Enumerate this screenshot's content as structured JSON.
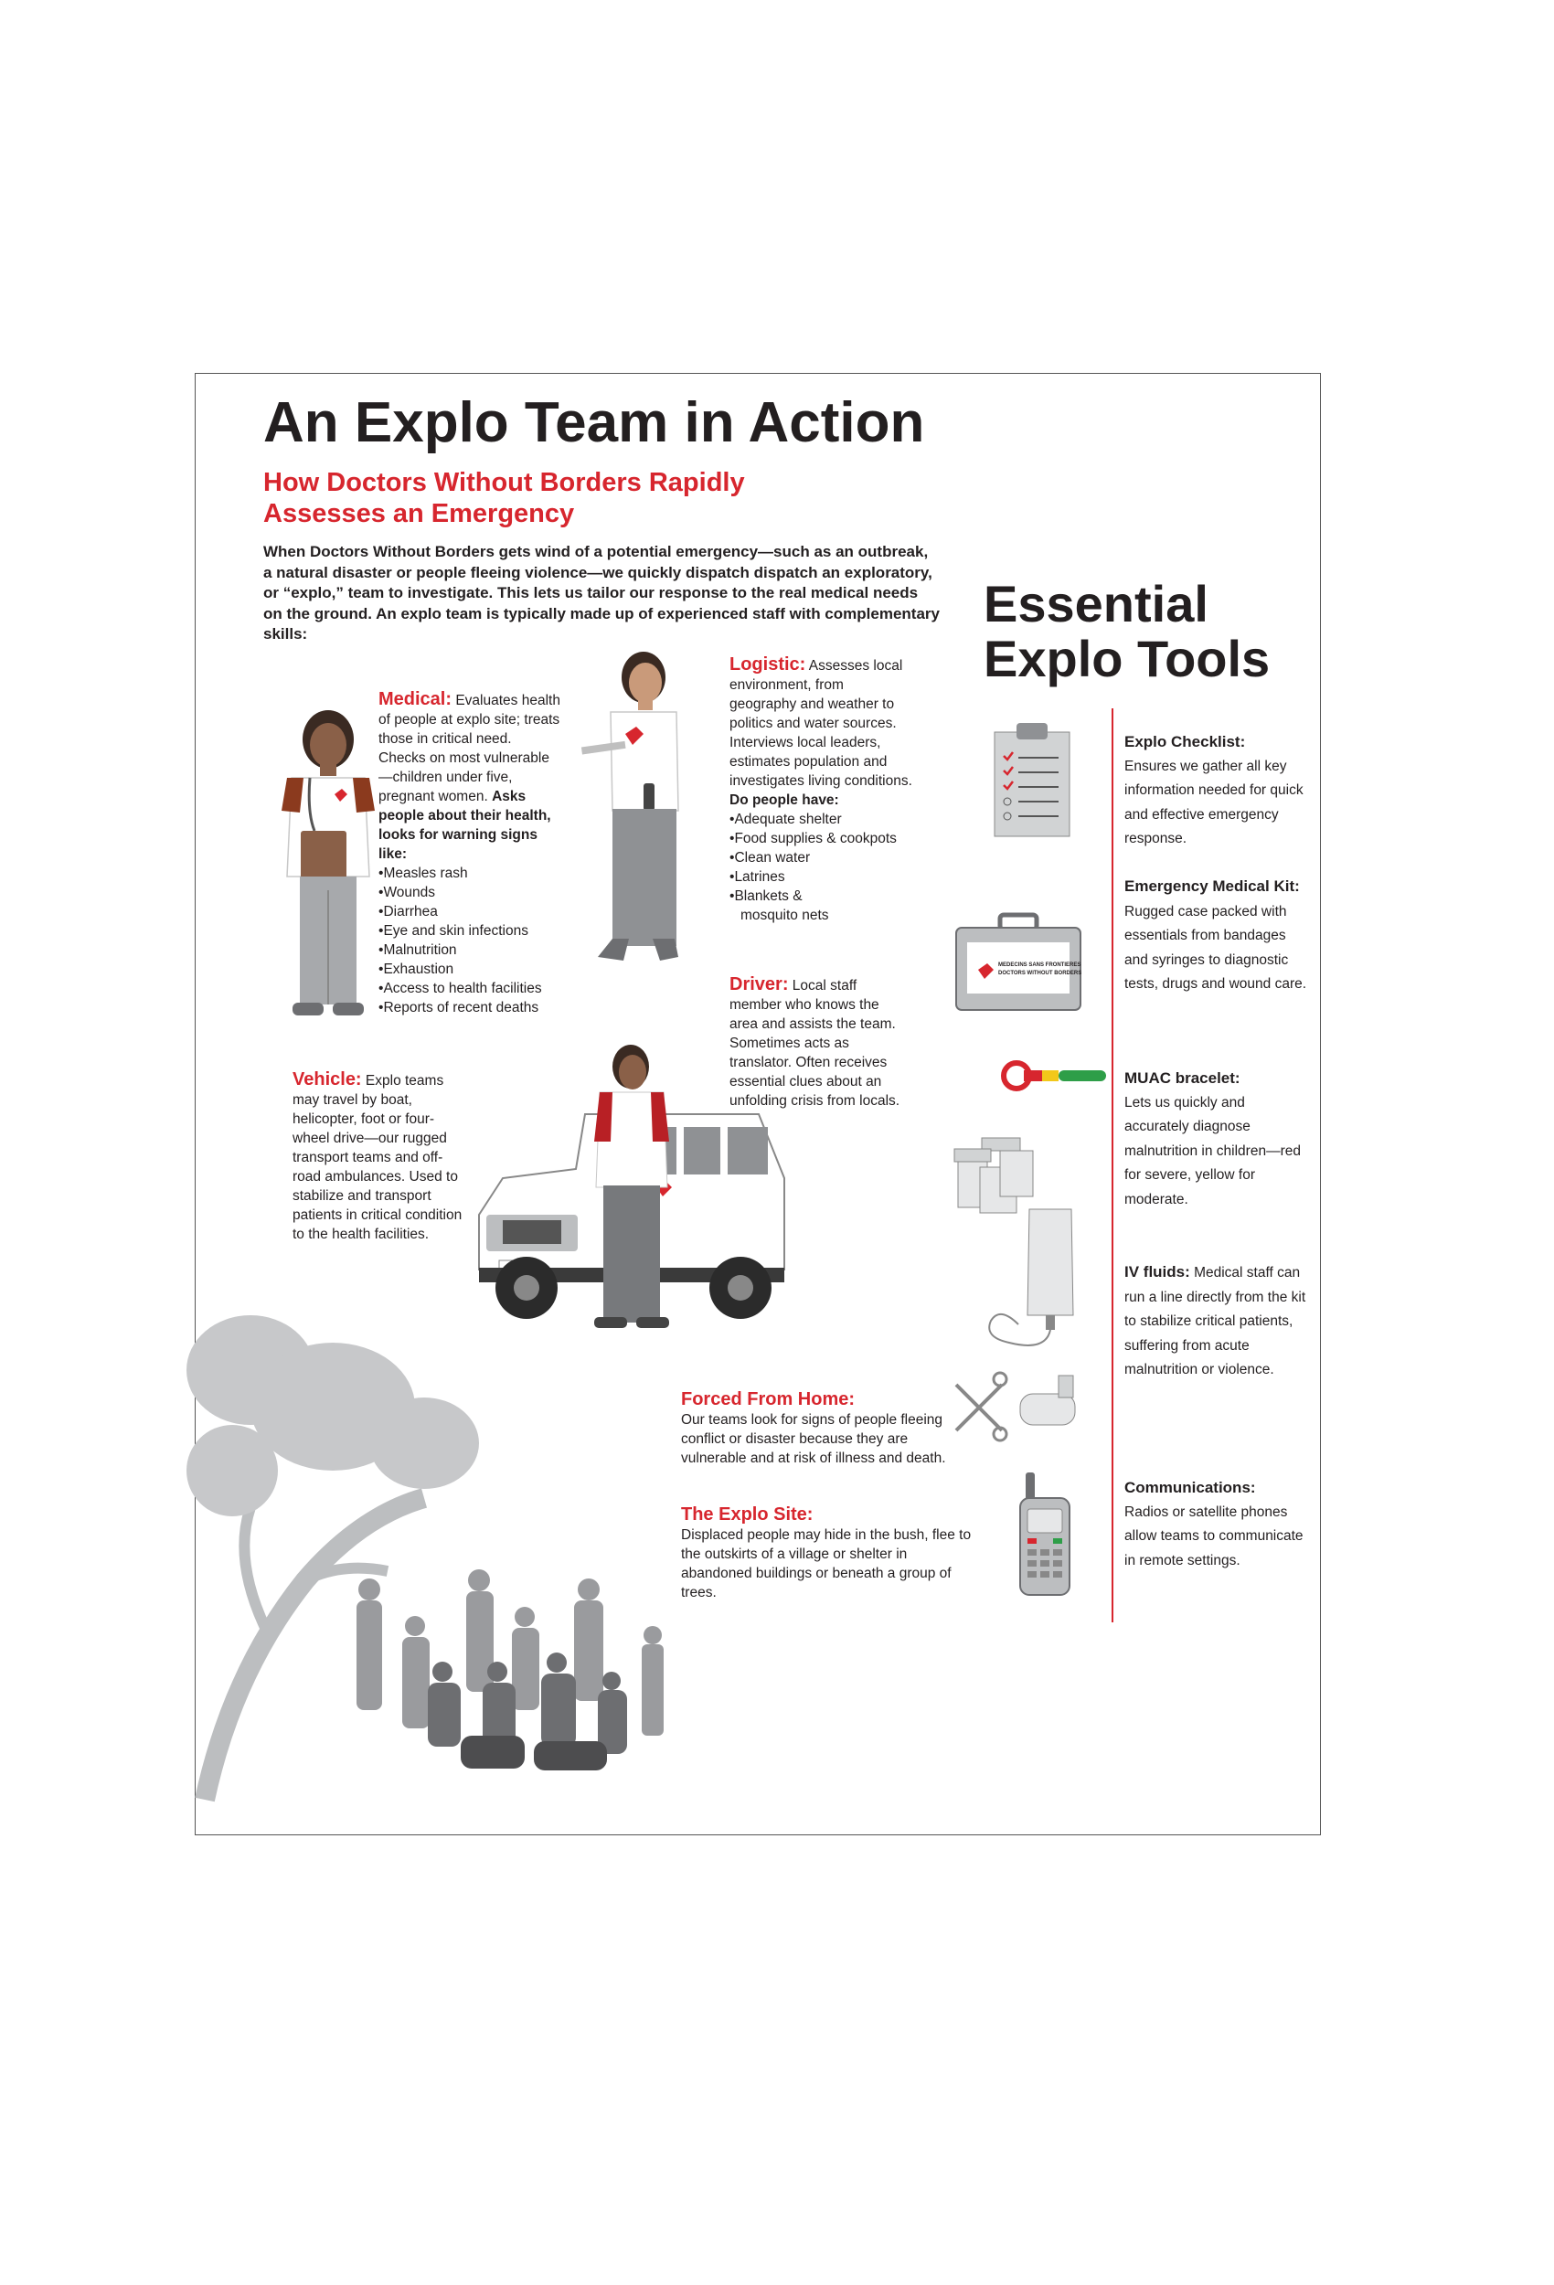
{
  "title": "An Explo Team in Action",
  "subtitle": "How Doctors Without Borders Rapidly Assesses an Emergency",
  "intro": "When Doctors Without Borders gets wind of a potential emergency—such as an outbreak, a natural disaster or people fleeing violence—we quickly dispatch dispatch an exploratory, or “explo,” team to investigate. This lets us tailor our response to the real medical needs on the ground. An explo team is typically made up of experienced staff with complementary skills:",
  "medical": {
    "heading": "Medical:",
    "text": " Evaluates health of people at explo site; treats those in critical need. Checks on most vulnerable—children under five, pregnant women. ",
    "bold": "Asks people about their health, looks for warning signs like:",
    "signs": [
      "Measles rash",
      "Wounds",
      "Diarrhea",
      "Eye and skin infections",
      "Malnutrition",
      "Exhaustion",
      "Access to health facilities",
      "Reports of recent deaths"
    ]
  },
  "logistic": {
    "heading": "Logistic:",
    "text": " Assesses local environment, from geography and weather to politics and water sources. Interviews local leaders, estimates population and investigates living conditions.",
    "bold": "Do people have:",
    "needs": [
      "Adequate shelter",
      "Food supplies & cookpots",
      "Clean water",
      "Latrines",
      "Blankets & mosquito nets"
    ]
  },
  "driver": {
    "heading": "Driver:",
    "text": " Local staff member who knows the area and assists the team. Sometimes acts as translator. Often receives essential clues about an unfolding crisis from locals."
  },
  "vehicle": {
    "heading": "Vehicle:",
    "text": " Explo teams may travel by boat, helicopter, foot or four-wheel drive—our rugged transport teams and off-road ambulances. Used to stabilize and transport patients in critical condition to the health facilities."
  },
  "forced": {
    "heading": "Forced From Home:",
    "text": "Our teams look for signs of people fleeing conflict or disaster because they are vulnerable and at risk of illness and death."
  },
  "site": {
    "heading": "The Explo Site:",
    "text": "Displaced people may hide in the bush, flee to the outskirts of a village or shelter in abandoned buildings or beneath a group of trees."
  },
  "tools": {
    "title": "Essential Explo Tools",
    "items": [
      {
        "name": "Explo Checklist:",
        "text": "Ensures we gather all key information needed for quick and effective emergency response."
      },
      {
        "name": "Emergency Medical Kit:",
        "text": " Rugged case packed with essentials from bandages and syringes to diagnostic tests, drugs and wound care."
      },
      {
        "name": "MUAC bracelet:",
        "text": "Lets us quickly and accurately diagnose malnutrition in children—red for severe, yellow for moderate."
      },
      {
        "name": "IV fluids:",
        "text": " Medical staff can run a line directly from the kit to stabilize critical patients, suffering from acute malnutrition or violence."
      },
      {
        "name": "Communications:",
        "text": "Radios or satellite phones allow teams to communicate in remote settings."
      }
    ]
  },
  "kit_logo_text": [
    "MEDECINS SANS FRONTIERES",
    "DOCTORS WITHOUT BORDERS"
  ],
  "colors": {
    "accent": "#d7262e",
    "text": "#231f20",
    "gray": "#a7a9ac",
    "dark_gray": "#6d6e71",
    "muac_green": "#2e9e48",
    "muac_yellow": "#f2c81a"
  }
}
